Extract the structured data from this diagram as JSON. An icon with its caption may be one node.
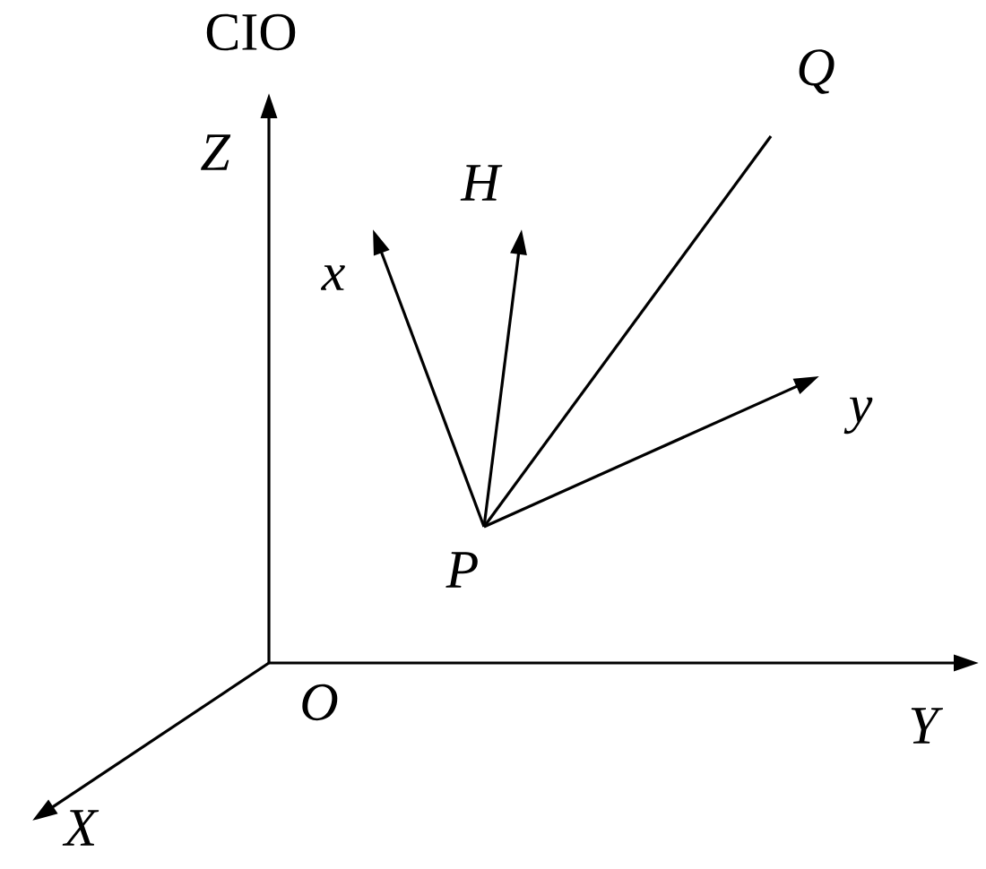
{
  "diagram": {
    "nodes": [
      {
        "text": [
          "P"
        ]
      },
      {
        "text": [
          "x"
        ]
      },
      {
        "text": [
          "H"
        ]
      },
      {
        "text": [
          "Q"
        ]
      },
      {
        "text": [
          "y"
        ]
      }
    ],
    "edges": [
      {
        "from": 0,
        "to": 1,
        "arrow": "to"
      },
      {
        "from": 0,
        "to": 2,
        "arrow": "to"
      },
      {
        "from": 0,
        "to": 3,
        "arrow": "none"
      },
      {
        "from": 0,
        "to": 4,
        "arrow": "to"
      }
    ],
    "labels": [
      "CIO",
      "Z",
      "O",
      "Y",
      "X"
    ]
  }
}
